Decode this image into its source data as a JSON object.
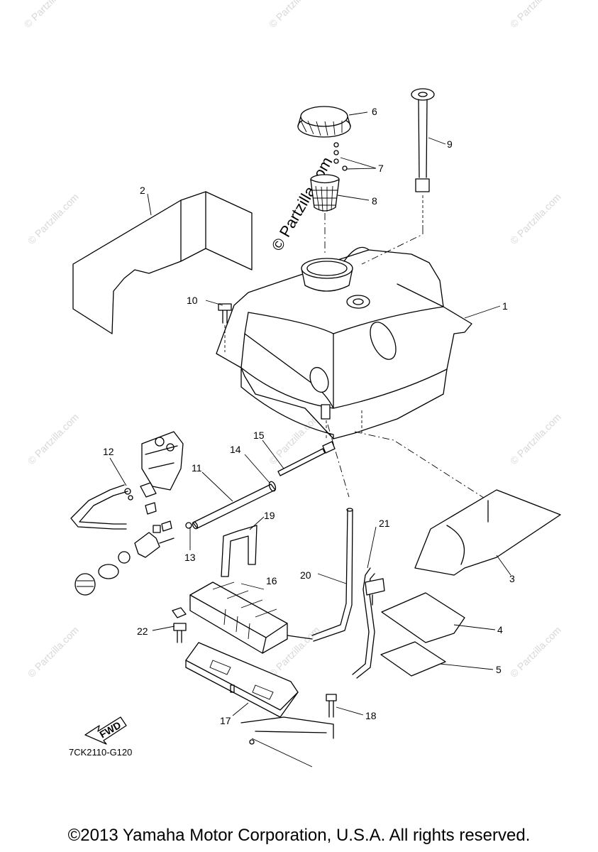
{
  "watermark": {
    "corner_text": "© Partzilla.com",
    "center_text": "© Partzilla.com"
  },
  "callouts": {
    "c1": "1",
    "c2": "2",
    "c3": "3",
    "c4": "4",
    "c5": "5",
    "c6": "6",
    "c7": "7",
    "c8": "8",
    "c9": "9",
    "c10": "10",
    "c11": "11",
    "c12": "12",
    "c13": "13",
    "c14": "14",
    "c15": "15",
    "c16": "16",
    "c17": "17",
    "c18": "18",
    "c19": "19",
    "c20": "20",
    "c21": "21",
    "c22": "22"
  },
  "fwd_label": "FWD",
  "diagram_code": "7CK2110-G120",
  "copyright": "©2013 Yamaha Motor Corporation, U.S.A. All rights reserved."
}
